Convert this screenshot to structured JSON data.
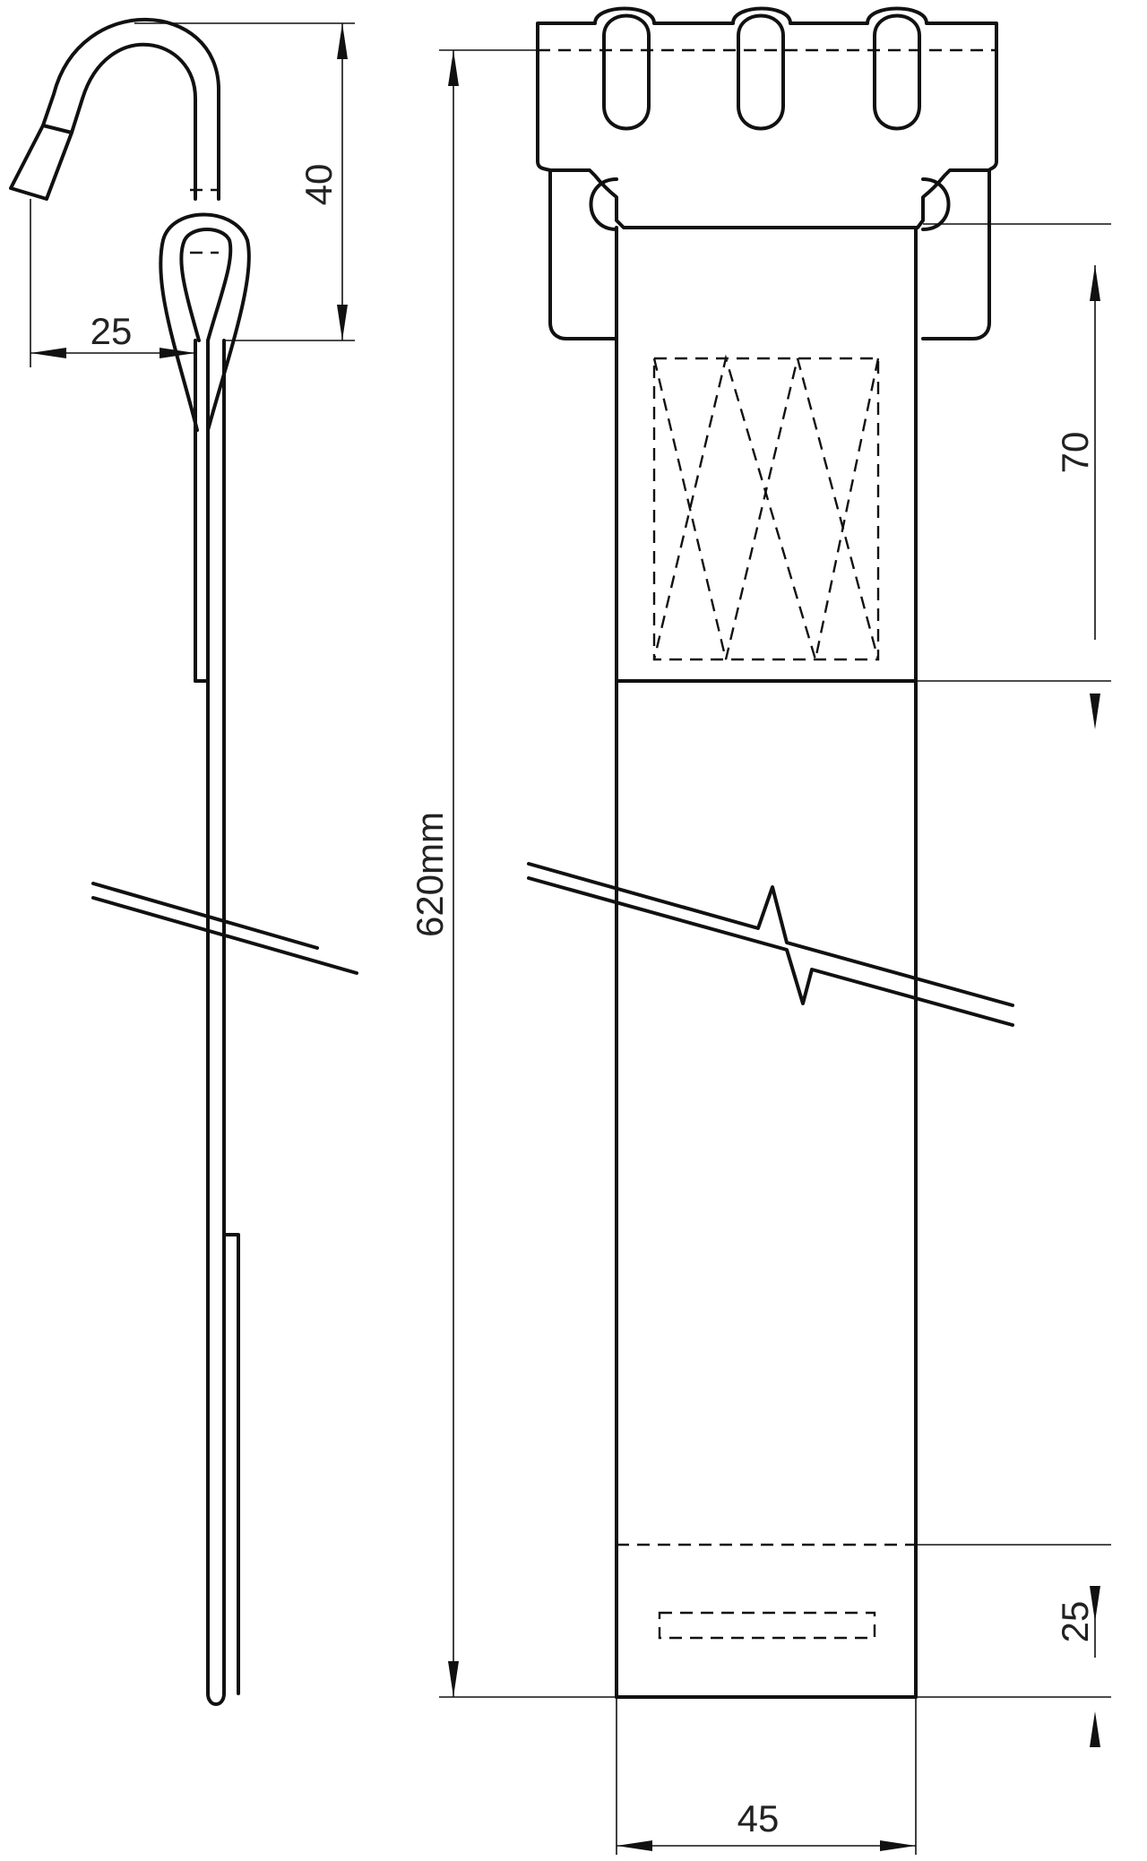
{
  "drawing": {
    "dimensions": {
      "hook_height": "40",
      "hook_width": "25",
      "total_length": "620mm",
      "grip_length": "70",
      "end_offset": "25",
      "strap_width": "45"
    }
  },
  "colors": {
    "line": "#111111",
    "background": "#ffffff"
  }
}
